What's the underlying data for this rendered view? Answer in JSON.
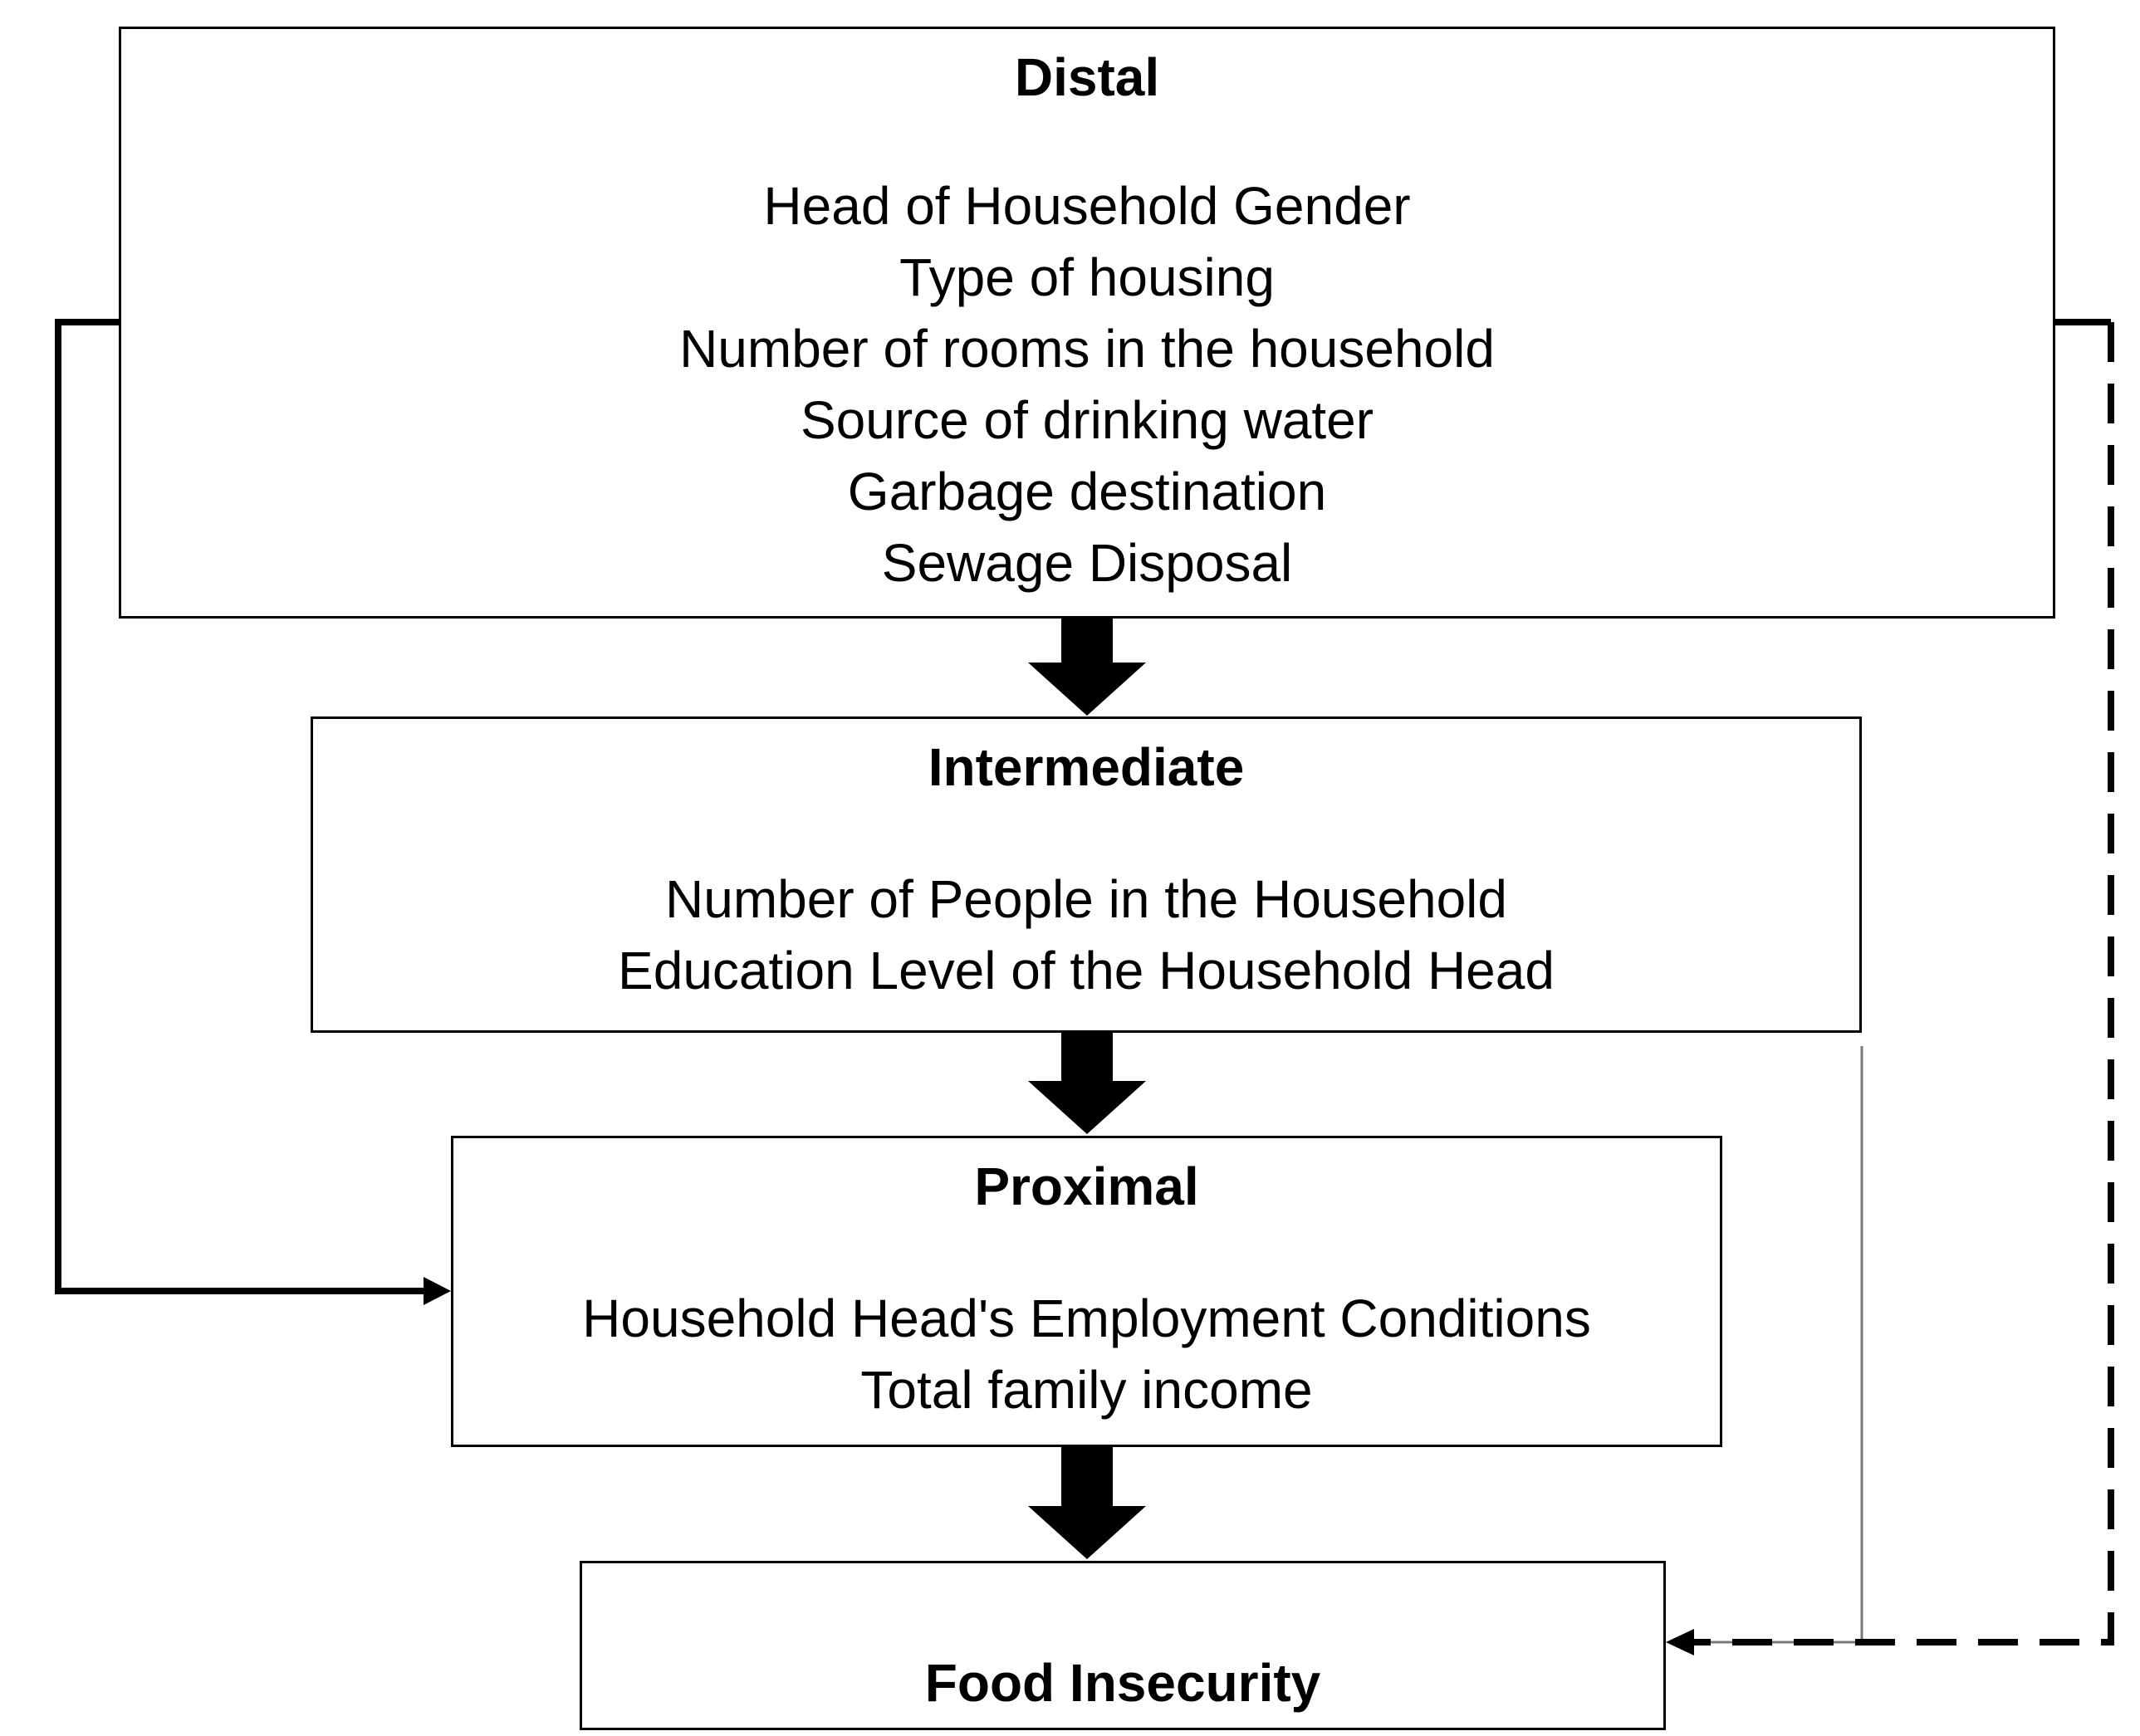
{
  "diagram": {
    "distal": {
      "title": "Distal",
      "items": [
        "Head of Household Gender",
        "Type of housing",
        "Number of rooms in the household",
        "Source of drinking water",
        "Garbage destination",
        "Sewage Disposal"
      ]
    },
    "intermediate": {
      "title": "Intermediate",
      "items": [
        "Number of People in the Household",
        "Education Level of the Household Head"
      ]
    },
    "proximal": {
      "title": "Proximal",
      "items": [
        "Household Head's Employment Conditions",
        "Total family income"
      ]
    },
    "outcome": {
      "title": "Food Insecurity"
    },
    "colors": {
      "line": "#000000",
      "thin_line": "#777777",
      "background": "#ffffff"
    }
  }
}
